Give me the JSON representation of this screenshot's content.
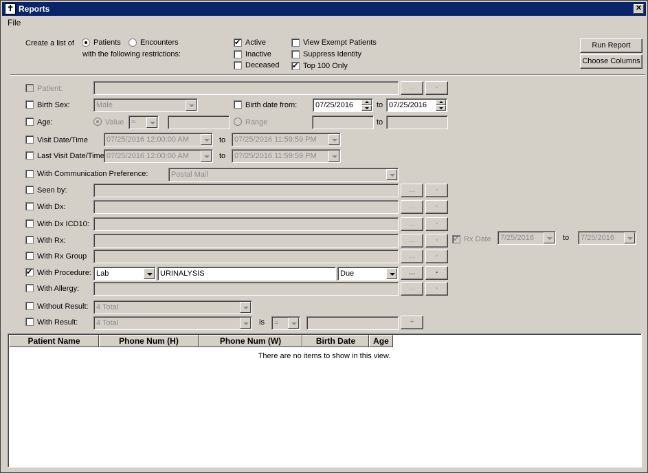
{
  "window": {
    "title": "Reports",
    "close": "✕"
  },
  "menu": {
    "file": "File"
  },
  "top": {
    "create_list_of": "Create a list of",
    "patients": "Patients",
    "encounters": "Encounters",
    "restrictions": "with the following restrictions:",
    "active": "Active",
    "inactive": "Inactive",
    "deceased": "Deceased",
    "view_exempt": "View Exempt Patients",
    "suppress_identity": "Suppress Identity",
    "top100": "Top 100 Only",
    "run_report": "Run Report",
    "choose_columns": "Choose Columns"
  },
  "filters": {
    "patient": "Patient:",
    "birth_sex": "Birth Sex:",
    "birth_sex_value": "Male",
    "birth_date_from": "Birth date from:",
    "birth_from_value": "07/25/2016",
    "to": "to",
    "birth_to_value": "07/25/2016",
    "age": "Age:",
    "value": "Value",
    "eq": "=",
    "range": "Range",
    "visit_datetime": "Visit Date/Time",
    "visit_from": "07/25/2016 12:00:00 AM",
    "visit_to": "07/25/2016 11:59:59 PM",
    "last_visit_datetime": "Last Visit Date/Time",
    "last_visit_from": "07/25/2016 12:00:00 AM",
    "last_visit_to": "07/25/2016 11:59:59 PM",
    "with_comm_pref": "With Communication Preference:",
    "comm_pref_value": "Postal Mail",
    "seen_by": "Seen by:",
    "with_dx": "With Dx:",
    "with_dx_icd10": "With Dx ICD10:",
    "with_rx": "With Rx:",
    "rx_date": "Rx Date",
    "rx_from": "7/25/2016",
    "rx_to": "7/25/2016",
    "with_rx_group": "With Rx Group",
    "with_procedure": "With Procedure:",
    "proc_type": "Lab",
    "proc_name": "URINALYSIS",
    "proc_status": "Due",
    "with_allergy": "With Allergy:",
    "without_result": "Without Result:",
    "without_result_value": "4 Total",
    "with_result": "With Result:",
    "with_result_value": "4 Total",
    "is": "is",
    "ellipsis": "...",
    "minus": "-",
    "plus": "+"
  },
  "table": {
    "columns": [
      "Patient Name",
      "Phone Num (H)",
      "Phone Num (W)",
      "Birth Date",
      "Age"
    ],
    "empty": "There are no items to show in this view."
  }
}
